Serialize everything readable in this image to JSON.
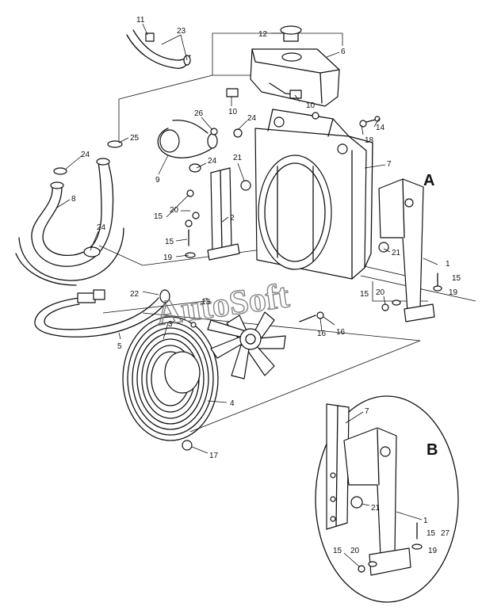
{
  "watermark": "AutoSoft",
  "views": {
    "a": "A",
    "b": "B"
  },
  "callouts": {
    "c11": "11",
    "c23": "23",
    "c12": "12",
    "c6": "6",
    "c10a": "10",
    "c10b": "10",
    "c14": "14",
    "c18": "18",
    "c26": "26",
    "c24a": "24",
    "c25": "25",
    "c24b": "24",
    "c24c": "24",
    "c9": "9",
    "c21a": "21",
    "c7a": "7",
    "c8": "8",
    "c20a": "20",
    "c15a": "15",
    "c2": "2",
    "c24d": "24",
    "c15b": "15",
    "c19a": "19",
    "c21b": "21",
    "c1a": "1",
    "c15c": "15",
    "c19b": "19",
    "c22": "22",
    "c13": "13",
    "c15d": "15",
    "c20b": "20",
    "c16a": "16",
    "c16b": "16",
    "c3": "3",
    "c5": "5",
    "c4": "4",
    "c17": "17",
    "c7b": "7",
    "c21c": "21",
    "c1b": "1",
    "c15e": "15",
    "c27": "27",
    "c19c": "19",
    "c15f": "15",
    "c20c": "20"
  }
}
